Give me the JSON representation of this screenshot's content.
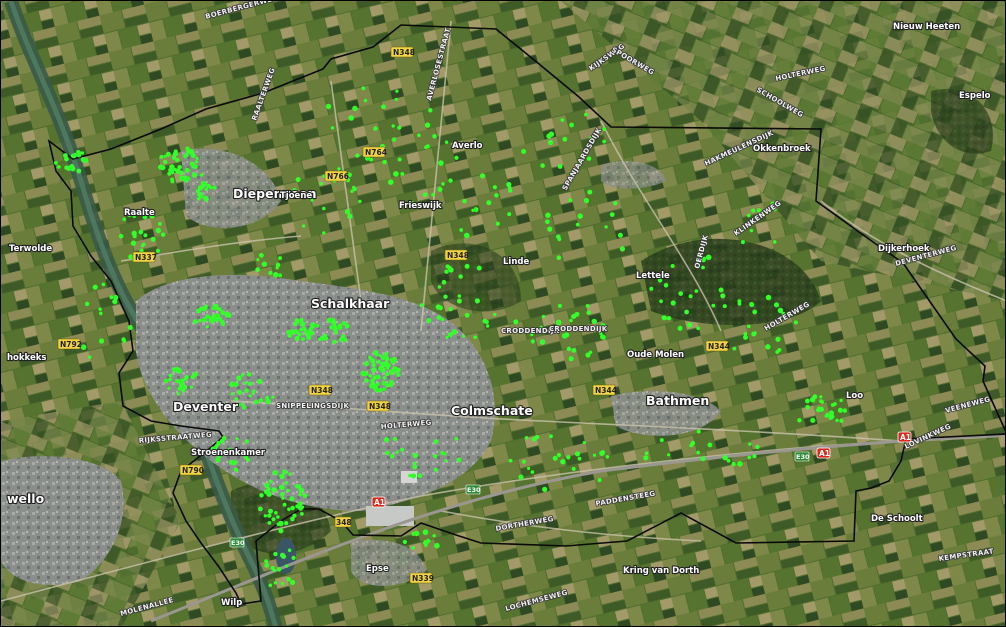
{
  "map": {
    "places_big": [
      {
        "name": "Deventer",
        "label": "Deventer"
      },
      {
        "name": "Diepenveen",
        "label": "Diepenveen"
      },
      {
        "name": "Schalkhaar",
        "label": "Schalkhaar"
      },
      {
        "name": "Colmschate",
        "label": "Colmschate"
      },
      {
        "name": "Bathmen",
        "label": "Bathmen"
      }
    ],
    "places_small": [
      {
        "name": "nieuw-heeten",
        "label": "Nieuw Heeten"
      },
      {
        "name": "espelo",
        "label": "Espelo"
      },
      {
        "name": "averlo",
        "label": "Averlo"
      },
      {
        "name": "okkenbroek",
        "label": "Okkenbroek"
      },
      {
        "name": "tjoene",
        "label": "Tjoene"
      },
      {
        "name": "frieswijk",
        "label": "Frieswijk"
      },
      {
        "name": "terwolde",
        "label": "Terwolde"
      },
      {
        "name": "linde",
        "label": "Linde"
      },
      {
        "name": "lettele",
        "label": "Lettele"
      },
      {
        "name": "dijkerhoek",
        "label": "Dijkerhoek"
      },
      {
        "name": "oude-molen",
        "label": "Oude Molen"
      },
      {
        "name": "loo",
        "label": "Loo"
      },
      {
        "name": "de-schoolt",
        "label": "De Schoolt"
      },
      {
        "name": "epse",
        "label": "Epse"
      },
      {
        "name": "kring-van-dorth",
        "label": "Kring van Dorth"
      },
      {
        "name": "wilp",
        "label": "Wilp"
      },
      {
        "name": "wello",
        "label": "wello"
      },
      {
        "name": "raalte",
        "label": "Raalte"
      },
      {
        "name": "hokkeks",
        "label": "hokkeks"
      },
      {
        "name": "strovenkamer",
        "label": "Stroenenkamer"
      }
    ],
    "streets": [
      {
        "name": "holterweg-top",
        "label": "HOLTERWEG"
      },
      {
        "name": "boerbergerweg",
        "label": "BOERBERGERWEG"
      },
      {
        "name": "raalterweg",
        "label": "RAALTERWEG"
      },
      {
        "name": "averlosestraat",
        "label": "AVERLOSESTRAAT"
      },
      {
        "name": "spanjaardsdijk",
        "label": "SPANJAARDSDIJK"
      },
      {
        "name": "kijksweg",
        "label": "KIJKSWEG"
      },
      {
        "name": "schoolweg",
        "label": "SCHOOLWEG"
      },
      {
        "name": "spoorweg-top",
        "label": "SPOORWEG"
      },
      {
        "name": "oerdijk",
        "label": "OERDIJK"
      },
      {
        "name": "holterweg-east",
        "label": "HOLTERWEG"
      },
      {
        "name": "holterweg-center",
        "label": "HOLTERWEG"
      },
      {
        "name": "croddendijk",
        "label": "CRODDENDIJK"
      },
      {
        "name": "croddendijk-2",
        "label": "CRODDENDIJK"
      },
      {
        "name": "snippelingsdijk",
        "label": "SNIPPELINGSDIJK"
      },
      {
        "name": "rijksstraatweg",
        "label": "RIJKSSTRAATWEG"
      },
      {
        "name": "deventerweg",
        "label": "DEVENTERWEG"
      },
      {
        "name": "dortherweg",
        "label": "DORTHERWEG"
      },
      {
        "name": "paddensteeg",
        "label": "PADDENSTEEG"
      },
      {
        "name": "molenallee",
        "label": "MOLENALLEE"
      },
      {
        "name": "lochemseweg",
        "label": "LOCHEMSEWEG"
      },
      {
        "name": "kempstraat",
        "label": "KEMPSTRAAT"
      },
      {
        "name": "veeneweg",
        "label": "VEENEWEG"
      },
      {
        "name": "lovinkweg",
        "label": "LOVINKWEG"
      },
      {
        "name": "hakmeulensdijk",
        "label": "HAKMEULENSDIJK"
      },
      {
        "name": "klinkenweg",
        "label": "KLINKENWEG"
      }
    ],
    "road_shields": [
      {
        "name": "n348-north",
        "label": "N348"
      },
      {
        "name": "n764",
        "label": "N764"
      },
      {
        "name": "n766",
        "label": "N766"
      },
      {
        "name": "n337",
        "label": "N337"
      },
      {
        "name": "n348-mid",
        "label": "N348"
      },
      {
        "name": "n792",
        "label": "N792"
      },
      {
        "name": "n348-city",
        "label": "N348"
      },
      {
        "name": "n348-city2",
        "label": "N348"
      },
      {
        "name": "n344-a",
        "label": "N344"
      },
      {
        "name": "n344-b",
        "label": "N344"
      },
      {
        "name": "n790",
        "label": "N790"
      },
      {
        "name": "n339",
        "label": "N339"
      },
      {
        "name": "n348-south",
        "label": "348"
      }
    ],
    "motorway_shields": [
      {
        "name": "a1-east",
        "label": "A1"
      },
      {
        "name": "a1-mid",
        "label": "A1"
      },
      {
        "name": "a1-west",
        "label": "A1"
      }
    ],
    "euro_shields": [
      {
        "name": "e30-a",
        "label": "E30"
      },
      {
        "name": "e30-b",
        "label": "E30"
      },
      {
        "name": "e30-c",
        "label": "E30"
      }
    ],
    "colors": {
      "boundary": "#0a0a0a",
      "observation_dot": "#33ff2a",
      "background_field": "#4c6b2c",
      "urban": "#8a8f8d",
      "river": "#3f5f4a",
      "road_shield": "#f2d443",
      "motorway_shield": "#d62a1e"
    },
    "icons": {
      "observation_marker": "green-dot-icon"
    }
  }
}
